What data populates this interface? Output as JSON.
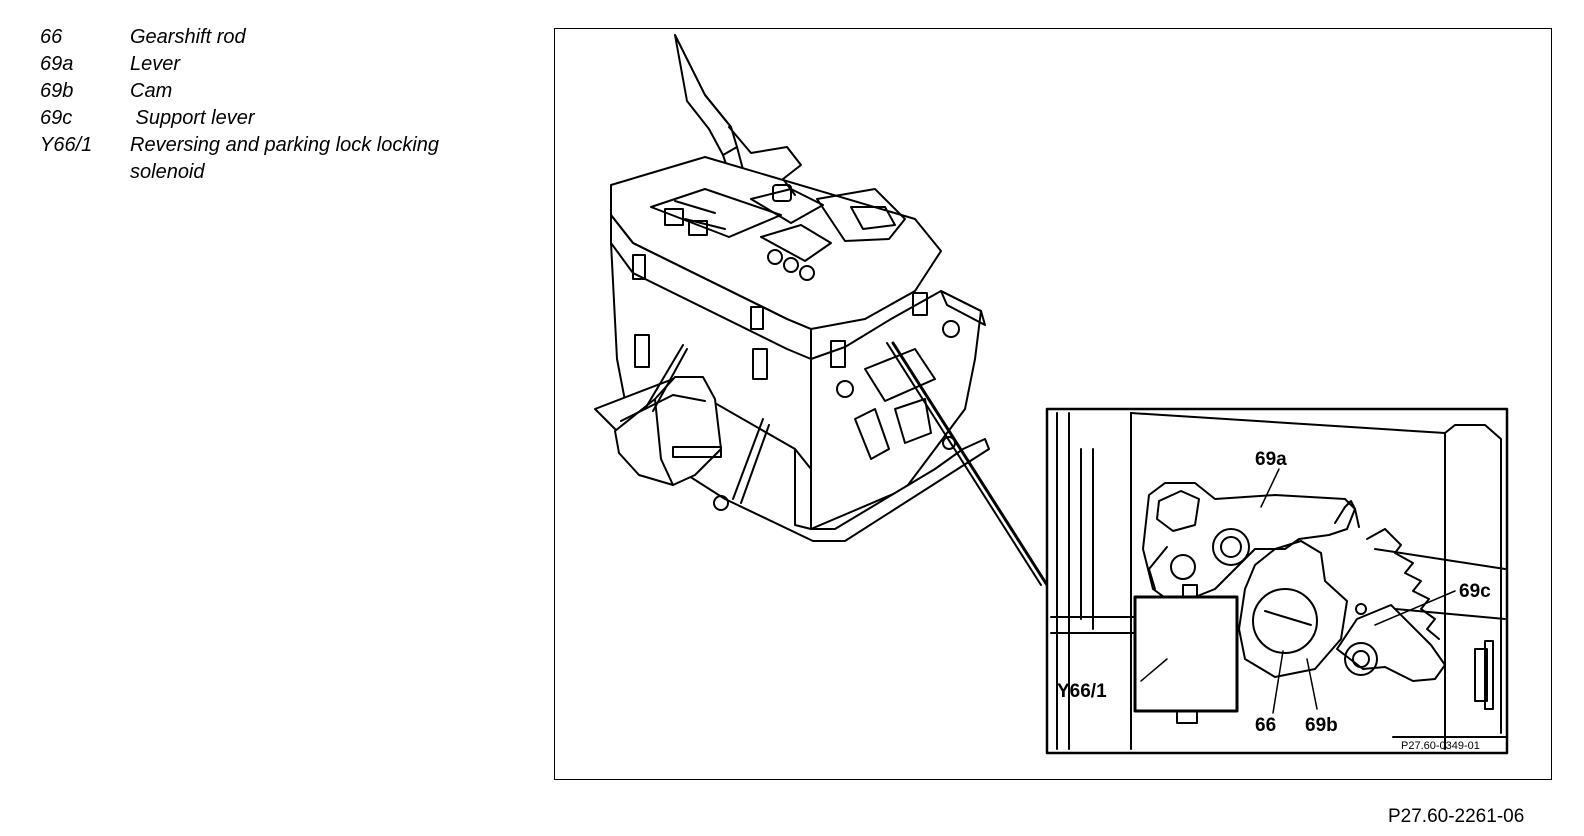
{
  "legend": [
    {
      "code": "66",
      "text": "Gearshift rod"
    },
    {
      "code": "69a",
      "text": "Lever"
    },
    {
      "code": "69b",
      "text": "Cam"
    },
    {
      "code": "69c",
      "text": " Support lever"
    },
    {
      "code": "Y66/1",
      "text": "Reversing and parking lock locking solenoid"
    }
  ],
  "callouts": {
    "c69a": "69a",
    "c69c": "69c",
    "cY66": "Y66/1",
    "c66": "66",
    "c69b": "69b"
  },
  "inset_reference": "P27.60-0349-01",
  "figure_reference": "P27.60-2261-06"
}
